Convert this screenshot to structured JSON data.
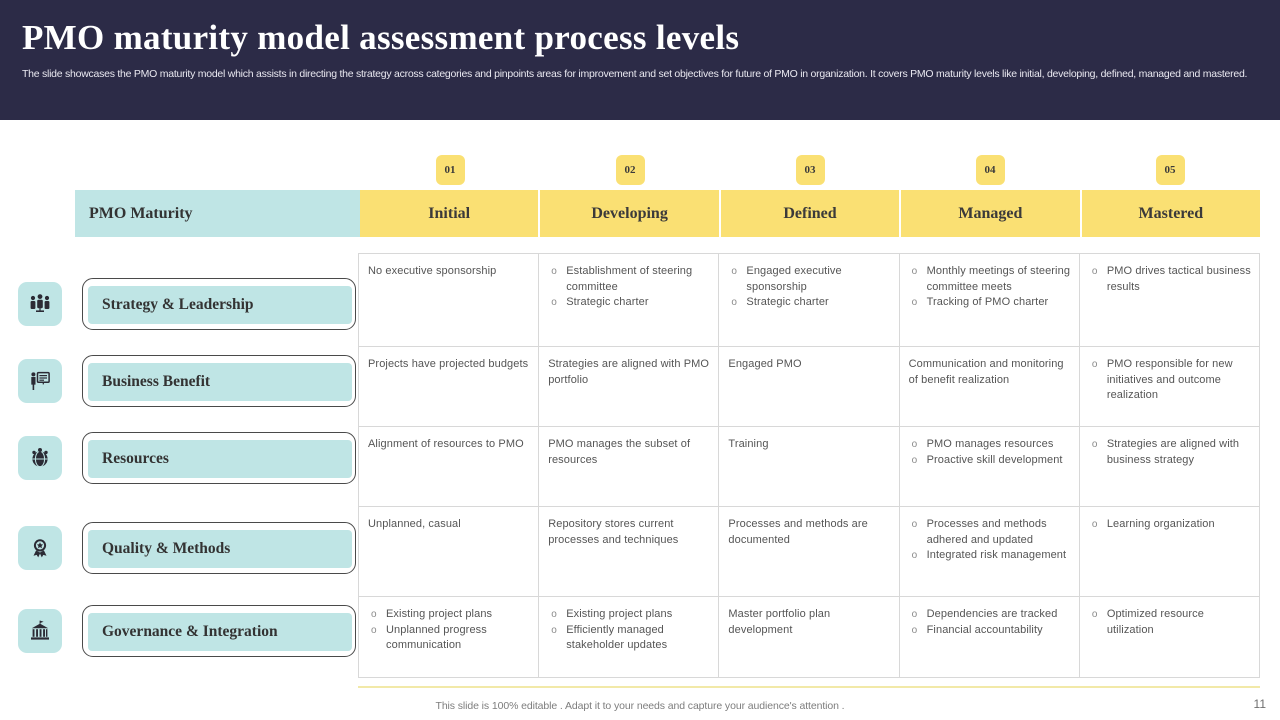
{
  "header": {
    "title": "PMO maturity model assessment process levels",
    "subtitle": "The slide showcases the PMO maturity model which assists in directing the strategy across categories and pinpoints areas for improvement and set objectives for future of PMO  in organization. It covers PMO  maturity levels like initial, developing, defined, managed and mastered.",
    "bg_color": "#2c2b47"
  },
  "colors": {
    "yellow": "#fae073",
    "teal": "#bfe5e5",
    "dark_navy": "#2c2b47",
    "text_gray": "#555555"
  },
  "matrix": {
    "row_header_label": "PMO Maturity",
    "badges": [
      "01",
      "02",
      "03",
      "04",
      "05"
    ],
    "levels": [
      "Initial",
      "Developing",
      "Defined",
      "Managed",
      "Mastered"
    ],
    "categories": [
      {
        "label": "Strategy & Leadership",
        "icon": "people-group-icon"
      },
      {
        "label": "Business Benefit",
        "icon": "presenter-board-icon"
      },
      {
        "label": "Resources",
        "icon": "globe-people-icon"
      },
      {
        "label": "Quality & Methods",
        "icon": "award-ribbon-icon"
      },
      {
        "label": "Governance & Integration",
        "icon": "institution-building-icon"
      }
    ],
    "rows": [
      {
        "cells": [
          {
            "type": "plain",
            "text": "No executive sponsorship"
          },
          {
            "type": "list",
            "items": [
              "Establishment of steering committee",
              "Strategic charter"
            ]
          },
          {
            "type": "list",
            "items": [
              "Engaged executive sponsorship",
              "Strategic charter"
            ]
          },
          {
            "type": "list",
            "items": [
              "Monthly meetings of steering committee meets",
              "Tracking of PMO charter"
            ]
          },
          {
            "type": "list",
            "items": [
              "PMO drives tactical business results"
            ]
          }
        ]
      },
      {
        "cells": [
          {
            "type": "plain",
            "text": "Projects have projected budgets"
          },
          {
            "type": "plain",
            "text": "Strategies are aligned with PMO portfolio"
          },
          {
            "type": "plain",
            "text": "Engaged PMO"
          },
          {
            "type": "plain",
            "text": "Communication and monitoring of benefit realization"
          },
          {
            "type": "list",
            "items": [
              "PMO responsible for new initiatives and outcome realization"
            ]
          }
        ]
      },
      {
        "cells": [
          {
            "type": "plain",
            "text": "Alignment of resources to PMO"
          },
          {
            "type": "plain",
            "text": "PMO manages the subset of resources"
          },
          {
            "type": "plain",
            "text": "Training"
          },
          {
            "type": "list",
            "items": [
              "PMO manages resources",
              "Proactive skill development"
            ]
          },
          {
            "type": "list",
            "items": [
              "Strategies are aligned with business strategy"
            ]
          }
        ]
      },
      {
        "cells": [
          {
            "type": "plain",
            "text": "Unplanned, casual"
          },
          {
            "type": "plain",
            "text": "Repository stores current processes and techniques"
          },
          {
            "type": "plain",
            "text": "Processes and methods are documented"
          },
          {
            "type": "list",
            "items": [
              "Processes and methods adhered and updated",
              "Integrated risk management"
            ]
          },
          {
            "type": "list",
            "items": [
              "Learning organization"
            ]
          }
        ]
      },
      {
        "cells": [
          {
            "type": "list",
            "items": [
              "Existing project plans",
              "Unplanned progress communication"
            ]
          },
          {
            "type": "list",
            "items": [
              "Existing project plans",
              "Efficiently managed stakeholder updates"
            ]
          },
          {
            "type": "plain",
            "text": "Master portfolio plan development"
          },
          {
            "type": "list",
            "items": [
              "Dependencies are tracked",
              "Financial accountability"
            ]
          },
          {
            "type": "list",
            "items": [
              "Optimized resource utilization"
            ]
          }
        ]
      }
    ]
  },
  "footer": {
    "note": "This slide is 100% editable . Adapt it to your needs and capture your audience's attention .",
    "page_number": "11"
  }
}
